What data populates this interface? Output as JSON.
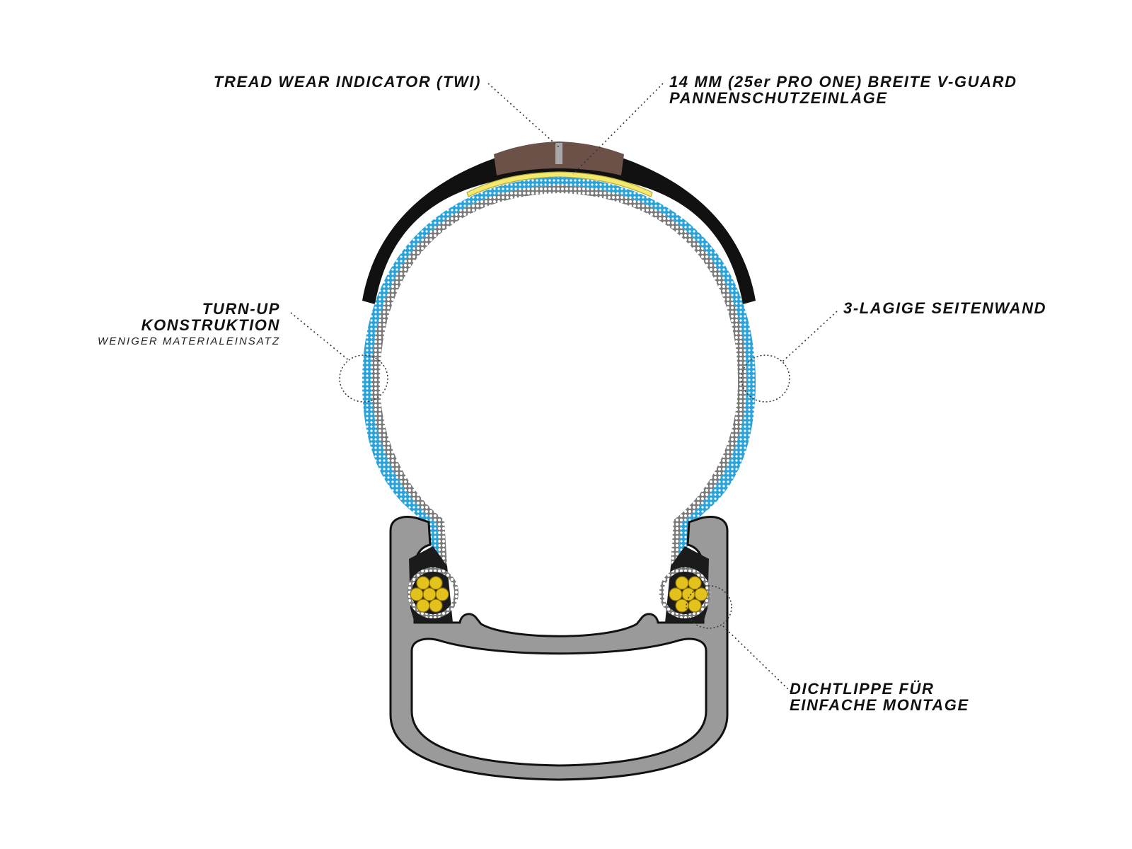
{
  "labels": {
    "twi": "TREAD WEAR INDICATOR (TWI)",
    "vguard_line1": "14 MM (25er PRO ONE) BREITE V-GUARD",
    "vguard_line2": "PANNENSCHUTZEINLAGE",
    "turnup_line1": "TURN-UP",
    "turnup_line2": "KONSTRUKTION",
    "turnup_sub": "WENIGER MATERIALEINSATZ",
    "sidewall": "3-LAGIGE SEITENWAND",
    "seal_line1": "DICHTLIPPE FÜR",
    "seal_line2": "EINFACHE MONTAGE"
  },
  "colors": {
    "tread_black": "#111111",
    "tread_center": "#6b5148",
    "vguard_yellow": "#f2ea6e",
    "casing_blue": "#2aa3d8",
    "casing_gray": "#8a8a8a",
    "rim_gray": "#9a9a9a",
    "bead_yellow": "#e3c21e",
    "leader_line": "#333333"
  }
}
